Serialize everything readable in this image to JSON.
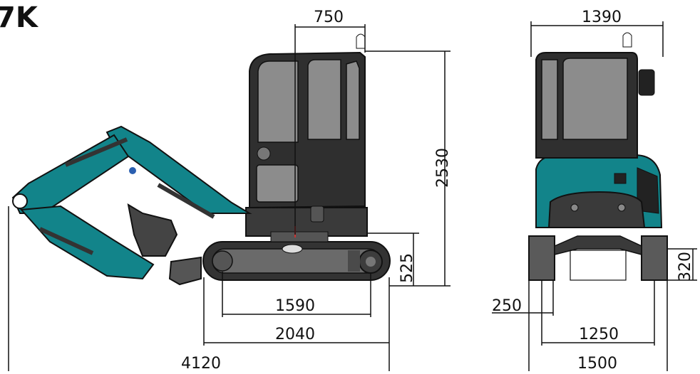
{
  "title_fragment": "7K",
  "colors": {
    "teal": "#12848a",
    "dark": "#2f2f2f",
    "glass": "#8c8c8c",
    "track": "#3a3a3a",
    "line": "#111111"
  },
  "dimensions": {
    "side_top_width": "750",
    "total_height": "2530",
    "ground_clearance": "525",
    "tumbler_distance": "1590",
    "track_length": "2040",
    "transport_length": "4120",
    "overall_width": "1390",
    "track_gauge": "1250",
    "undercarriage_width": "1500",
    "shoe_width": "250",
    "blade_height": "320"
  }
}
